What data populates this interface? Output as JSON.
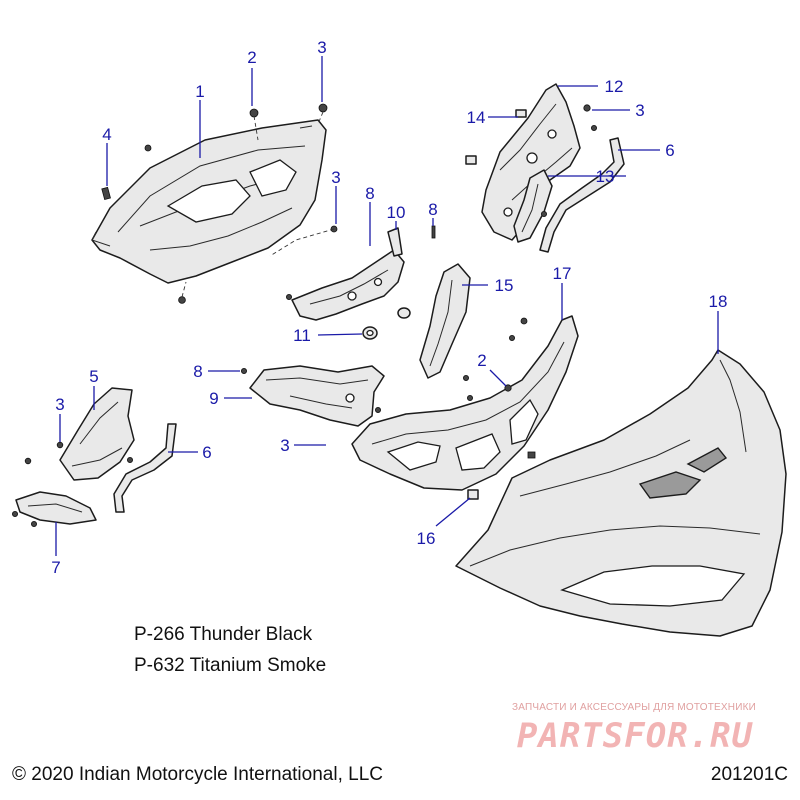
{
  "diagram": {
    "callouts": [
      {
        "id": "c1",
        "label": "1"
      },
      {
        "id": "c2a",
        "label": "2"
      },
      {
        "id": "c3a",
        "label": "3"
      },
      {
        "id": "c4",
        "label": "4"
      },
      {
        "id": "c3b",
        "label": "3"
      },
      {
        "id": "c8a",
        "label": "8"
      },
      {
        "id": "c10",
        "label": "10"
      },
      {
        "id": "c8b",
        "label": "8"
      },
      {
        "id": "c11",
        "label": "11"
      },
      {
        "id": "c12",
        "label": "12"
      },
      {
        "id": "c14",
        "label": "14"
      },
      {
        "id": "c3c",
        "label": "3"
      },
      {
        "id": "c6a",
        "label": "6"
      },
      {
        "id": "c13",
        "label": "13"
      },
      {
        "id": "c15",
        "label": "15"
      },
      {
        "id": "c17",
        "label": "17"
      },
      {
        "id": "c18",
        "label": "18"
      },
      {
        "id": "c8c",
        "label": "8"
      },
      {
        "id": "c9",
        "label": "9"
      },
      {
        "id": "c2b",
        "label": "2"
      },
      {
        "id": "c3d",
        "label": "3"
      },
      {
        "id": "c5",
        "label": "5"
      },
      {
        "id": "c3e",
        "label": "3"
      },
      {
        "id": "c6b",
        "label": "6"
      },
      {
        "id": "c7",
        "label": "7"
      },
      {
        "id": "c16",
        "label": "16"
      }
    ],
    "legend": [
      {
        "code": "P-266",
        "name": "Thunder Black"
      },
      {
        "code": "P-632",
        "name": "Titanium Smoke"
      }
    ],
    "legend_lines": [
      "P-266 Thunder Black",
      "P-632 Titanium Smoke"
    ],
    "copyright": "© 2020 Indian Motorcycle International, LLC",
    "drawing_id": "201201C",
    "watermark": {
      "tagline": "ЗАПЧАСТИ И АКСЕССУАРЫ ДЛЯ МОТОТЕХНИКИ",
      "logo_text": "PARTSFOR.RU"
    },
    "colors": {
      "callout": "#1a1aa8",
      "line_art": "#1c1c1c",
      "part_fill": "#e9e9e9",
      "watermark": "#f2b4b4"
    }
  }
}
